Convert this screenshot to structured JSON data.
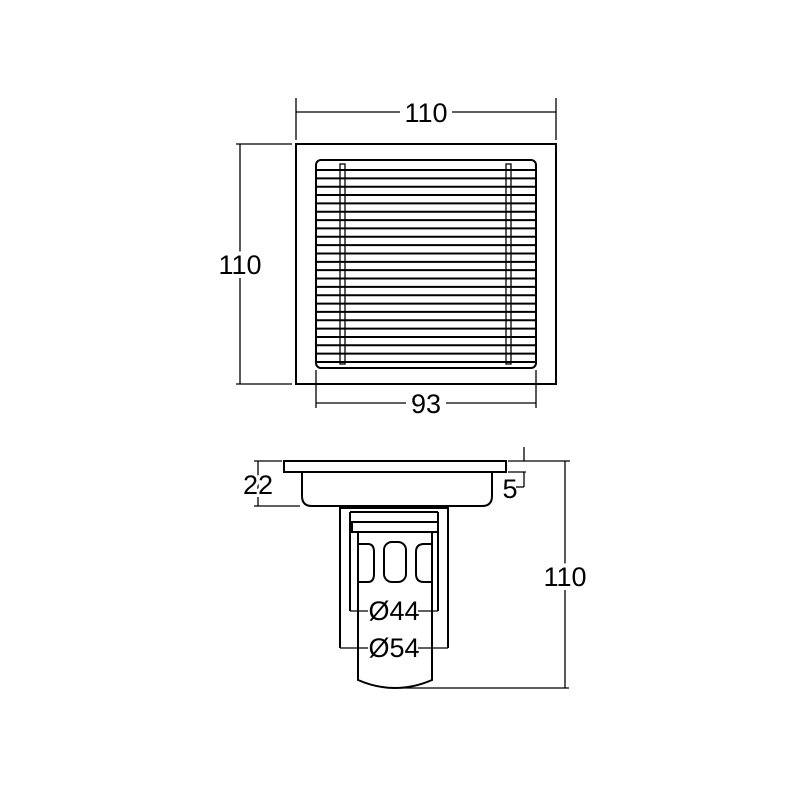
{
  "top_view": {
    "width_label": "110",
    "height_label": "110",
    "grate_width_label": "93",
    "grate_bar_count": 24
  },
  "side_view": {
    "depth_label": "22",
    "flange_label": "5",
    "total_height_label": "110",
    "inner_diameter_label": "Ø44",
    "outer_diameter_label": "Ø54"
  },
  "colors": {
    "line": "#000000",
    "background": "#ffffff"
  }
}
